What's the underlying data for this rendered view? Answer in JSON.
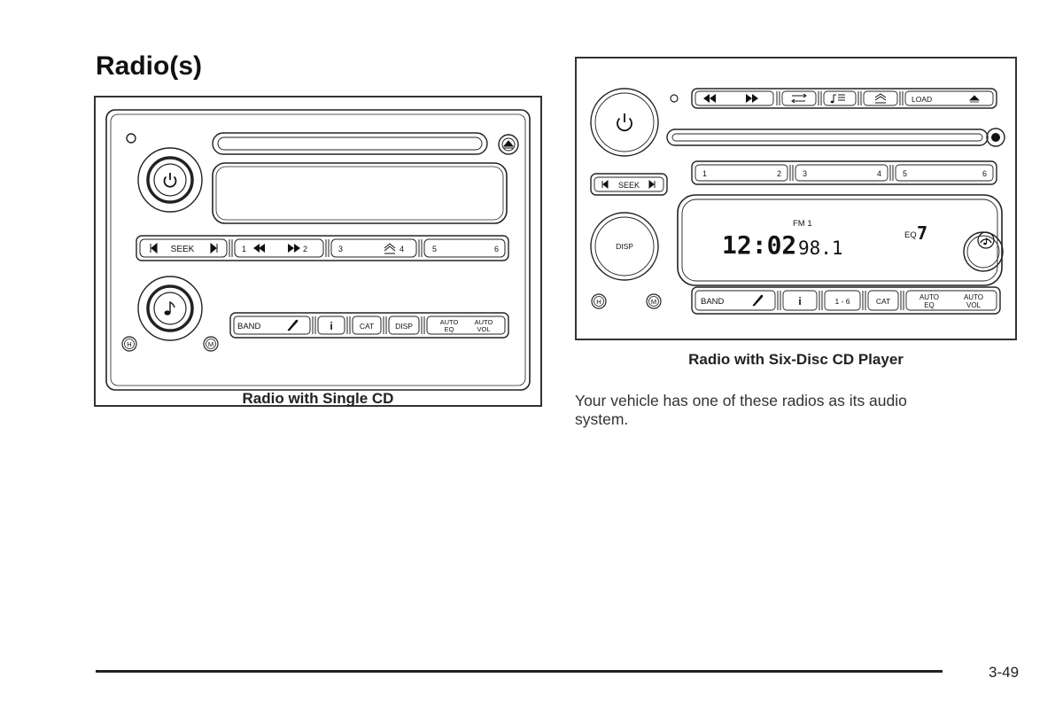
{
  "page": {
    "title": "Radio(s)",
    "body_text": "Your vehicle has one of these radios as its audio system.",
    "page_number": "3-49"
  },
  "figure_single_cd": {
    "caption": "Radio with Single CD",
    "buttons": {
      "seek": "SEEK",
      "preset_1": "1",
      "preset_2": "2",
      "preset_3": "3",
      "preset_4": "4",
      "preset_5": "5",
      "preset_6": "6",
      "band": "BAND",
      "info": "i",
      "cat": "CAT",
      "disp": "DISP",
      "auto_eq_1": "AUTO",
      "auto_eq_2": "EQ",
      "auto_vol_1": "AUTO",
      "auto_vol_2": "VOL",
      "h": "H",
      "m": "M"
    }
  },
  "figure_six_disc": {
    "caption": "Radio with Six-Disc CD Player",
    "buttons": {
      "load": "LOAD",
      "seek": "SEEK",
      "preset_1": "1",
      "preset_2": "2",
      "preset_3": "3",
      "preset_4": "4",
      "preset_5": "5",
      "preset_6": "6",
      "disp": "DISP",
      "band": "BAND",
      "info": "i",
      "range": "1 - 6",
      "cat": "CAT",
      "auto_eq_1": "AUTO",
      "auto_eq_2": "EQ",
      "auto_vol_1": "AUTO",
      "auto_vol_2": "VOL",
      "h": "H",
      "m": "M"
    },
    "display": {
      "band": "FM 1",
      "eq_label": "EQ",
      "eq_value": "7",
      "clock": "12:02",
      "frequency": "98.1"
    }
  }
}
